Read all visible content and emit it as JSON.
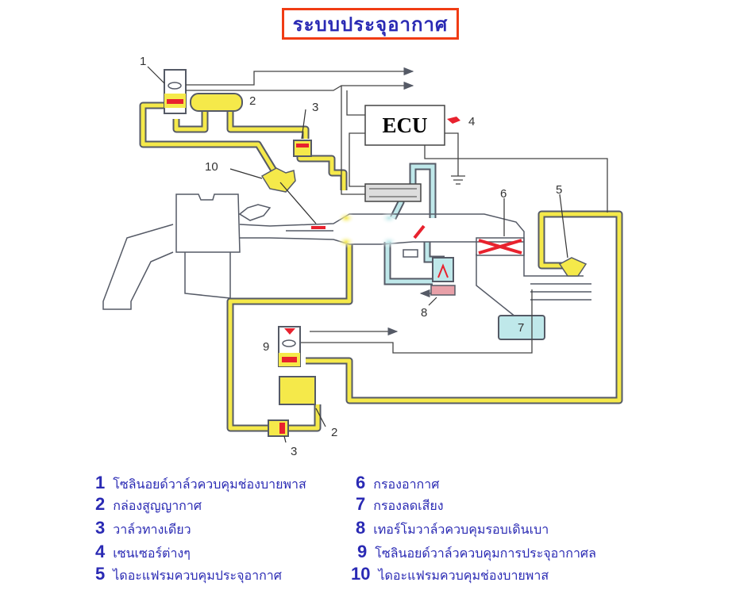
{
  "title": "ระบบประจุอากาศ",
  "diagram": {
    "ecu_label": "ECU",
    "callouts": [
      "1",
      "2",
      "3",
      "4",
      "5",
      "6",
      "7",
      "8",
      "9",
      "10",
      "2",
      "3"
    ],
    "colors": {
      "vacuum_line": "#f5e94a",
      "air_line": "#bfe8ea",
      "actuator": "#e8222e",
      "outline": "#555a66",
      "title_border": "#f03c14",
      "text_blue": "#2a2ab4"
    }
  },
  "legend": {
    "items": [
      {
        "num": "1",
        "label": "โซลินอยด์วาล์วควบคุมช่องบายพาส"
      },
      {
        "num": "2",
        "label": "กล่องสูญญากาศ"
      },
      {
        "num": "3",
        "label": "วาล์วทางเดียว"
      },
      {
        "num": "4",
        "label": "เซนเซอร์ต่างๆ"
      },
      {
        "num": "5",
        "label": "ไดอะแฟรมควบคุมประจุอากาศ"
      },
      {
        "num": "6",
        "label": "กรองอากาศ"
      },
      {
        "num": "7",
        "label": "กรองลดเสียง"
      },
      {
        "num": "8",
        "label": "เทอร์โมวาล์วควบคุมรอบเดินเบา"
      },
      {
        "num": "9",
        "label": "โซลินอยด์วาล์วควบคุมการประจุอากาศล"
      },
      {
        "num": "10",
        "label": "ไดอะแฟรมควบคุมช่องบายพาส"
      }
    ]
  }
}
